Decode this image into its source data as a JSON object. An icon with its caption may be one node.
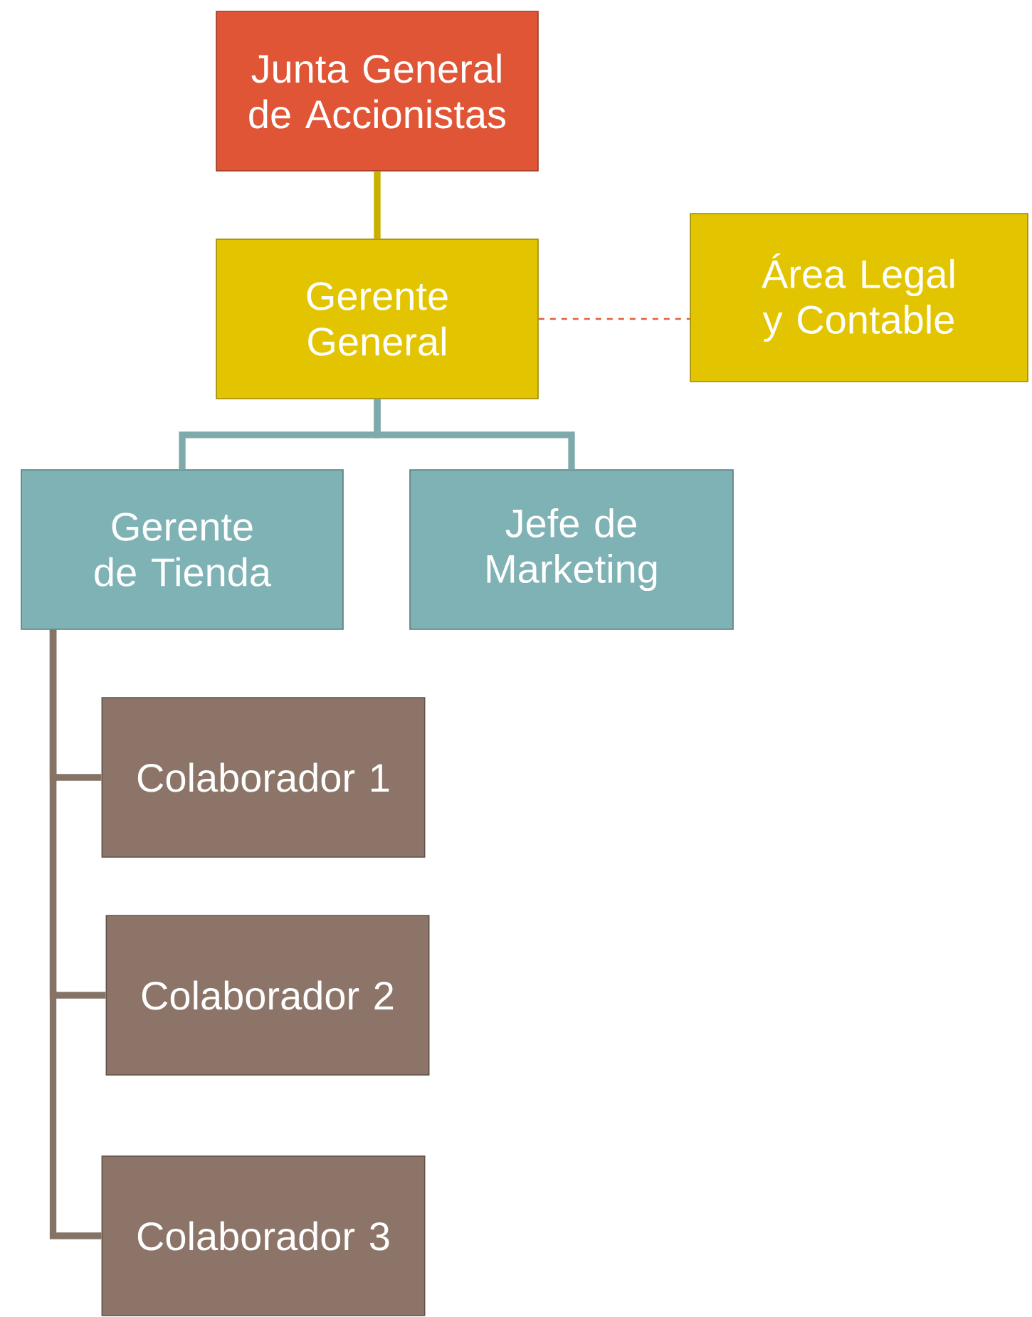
{
  "diagram": {
    "nodes": [
      {
        "text": [
          "Junta General de Accionistas"
        ]
      },
      {
        "text": [
          "Gerente General"
        ]
      },
      {
        "text": [
          "Área Legal y Contable"
        ]
      },
      {
        "text": [
          "Gerente de Tienda"
        ]
      },
      {
        "text": [
          "Jefe de Marketing"
        ]
      },
      {
        "text": [
          "Colaborador 1"
        ]
      },
      {
        "text": [
          "Colaborador 2"
        ]
      },
      {
        "text": [
          "Colaborador 3"
        ]
      }
    ],
    "edges": [
      {
        "from": 0,
        "to": 1,
        "arrow": "none",
        "color": "#c8b000"
      },
      {
        "from": 1,
        "to": 2,
        "arrow": "none",
        "style": "dashed",
        "color": "#e0603a"
      },
      {
        "from": 1,
        "to": 3,
        "arrow": "none",
        "color": "#7faaac"
      },
      {
        "from": 1,
        "to": 4,
        "arrow": "none",
        "color": "#7faaac"
      },
      {
        "from": 3,
        "to": 5,
        "arrow": "none",
        "color": "#857366"
      },
      {
        "from": 3,
        "to": 6,
        "arrow": "none",
        "color": "#857366"
      },
      {
        "from": 3,
        "to": 7,
        "arrow": "none",
        "color": "#857366"
      }
    ]
  }
}
